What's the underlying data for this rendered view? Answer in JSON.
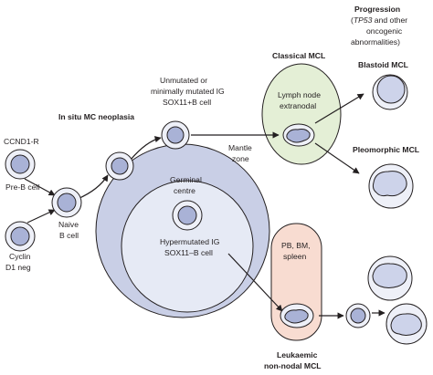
{
  "labels": {
    "ccnd1r": "CCND1-R",
    "preb_cell": "Pre-B cell",
    "cyclin_d1_neg_1": "Cyclin",
    "cyclin_d1_neg_2": "D1 neg",
    "naive_1": "Naive",
    "naive_2": "B cell",
    "in_situ": "In situ MC neoplasia",
    "unmutated_1": "Unmutated or",
    "unmutated_2": "minimally mutated IG",
    "unmutated_3": "SOX11+B cell",
    "mantle_1": "Mantle",
    "mantle_2": "zone",
    "germinal_1": "Germinal",
    "germinal_2": "centre",
    "hypermutated_1": "Hypermutated IG",
    "hypermutated_2": "SOX11–B cell",
    "classical_mcl": "Classical MCL",
    "lymph_node_1": "Lymph node",
    "lymph_node_2": "extranodal",
    "progression_title": "Progression",
    "progression_1a": "TP53",
    "progression_1b": " and other",
    "progression_2": "oncogenic",
    "progression_3": "abnormalities)",
    "blastoid_mcl": "Blastoid MCL",
    "pleomorphic_mcl": "Pleomorphic MCL",
    "pb_bm_1": "PB, BM,",
    "pb_bm_2": "spleen",
    "leukaemic_1": "Leukaemic",
    "leukaemic_2": "non-nodal MCL"
  },
  "colors": {
    "outer_circle": "#c9cfe6",
    "inner_circle": "#e6eaf5",
    "classical_oval": "#e4efd6",
    "leukaemic_capsule": "#f8dcd1",
    "cell_outer": "#eef0f8",
    "nucleus": "#a9b2d6",
    "nucleus_small": "#cdd3ea",
    "stroke": "#231f20"
  }
}
